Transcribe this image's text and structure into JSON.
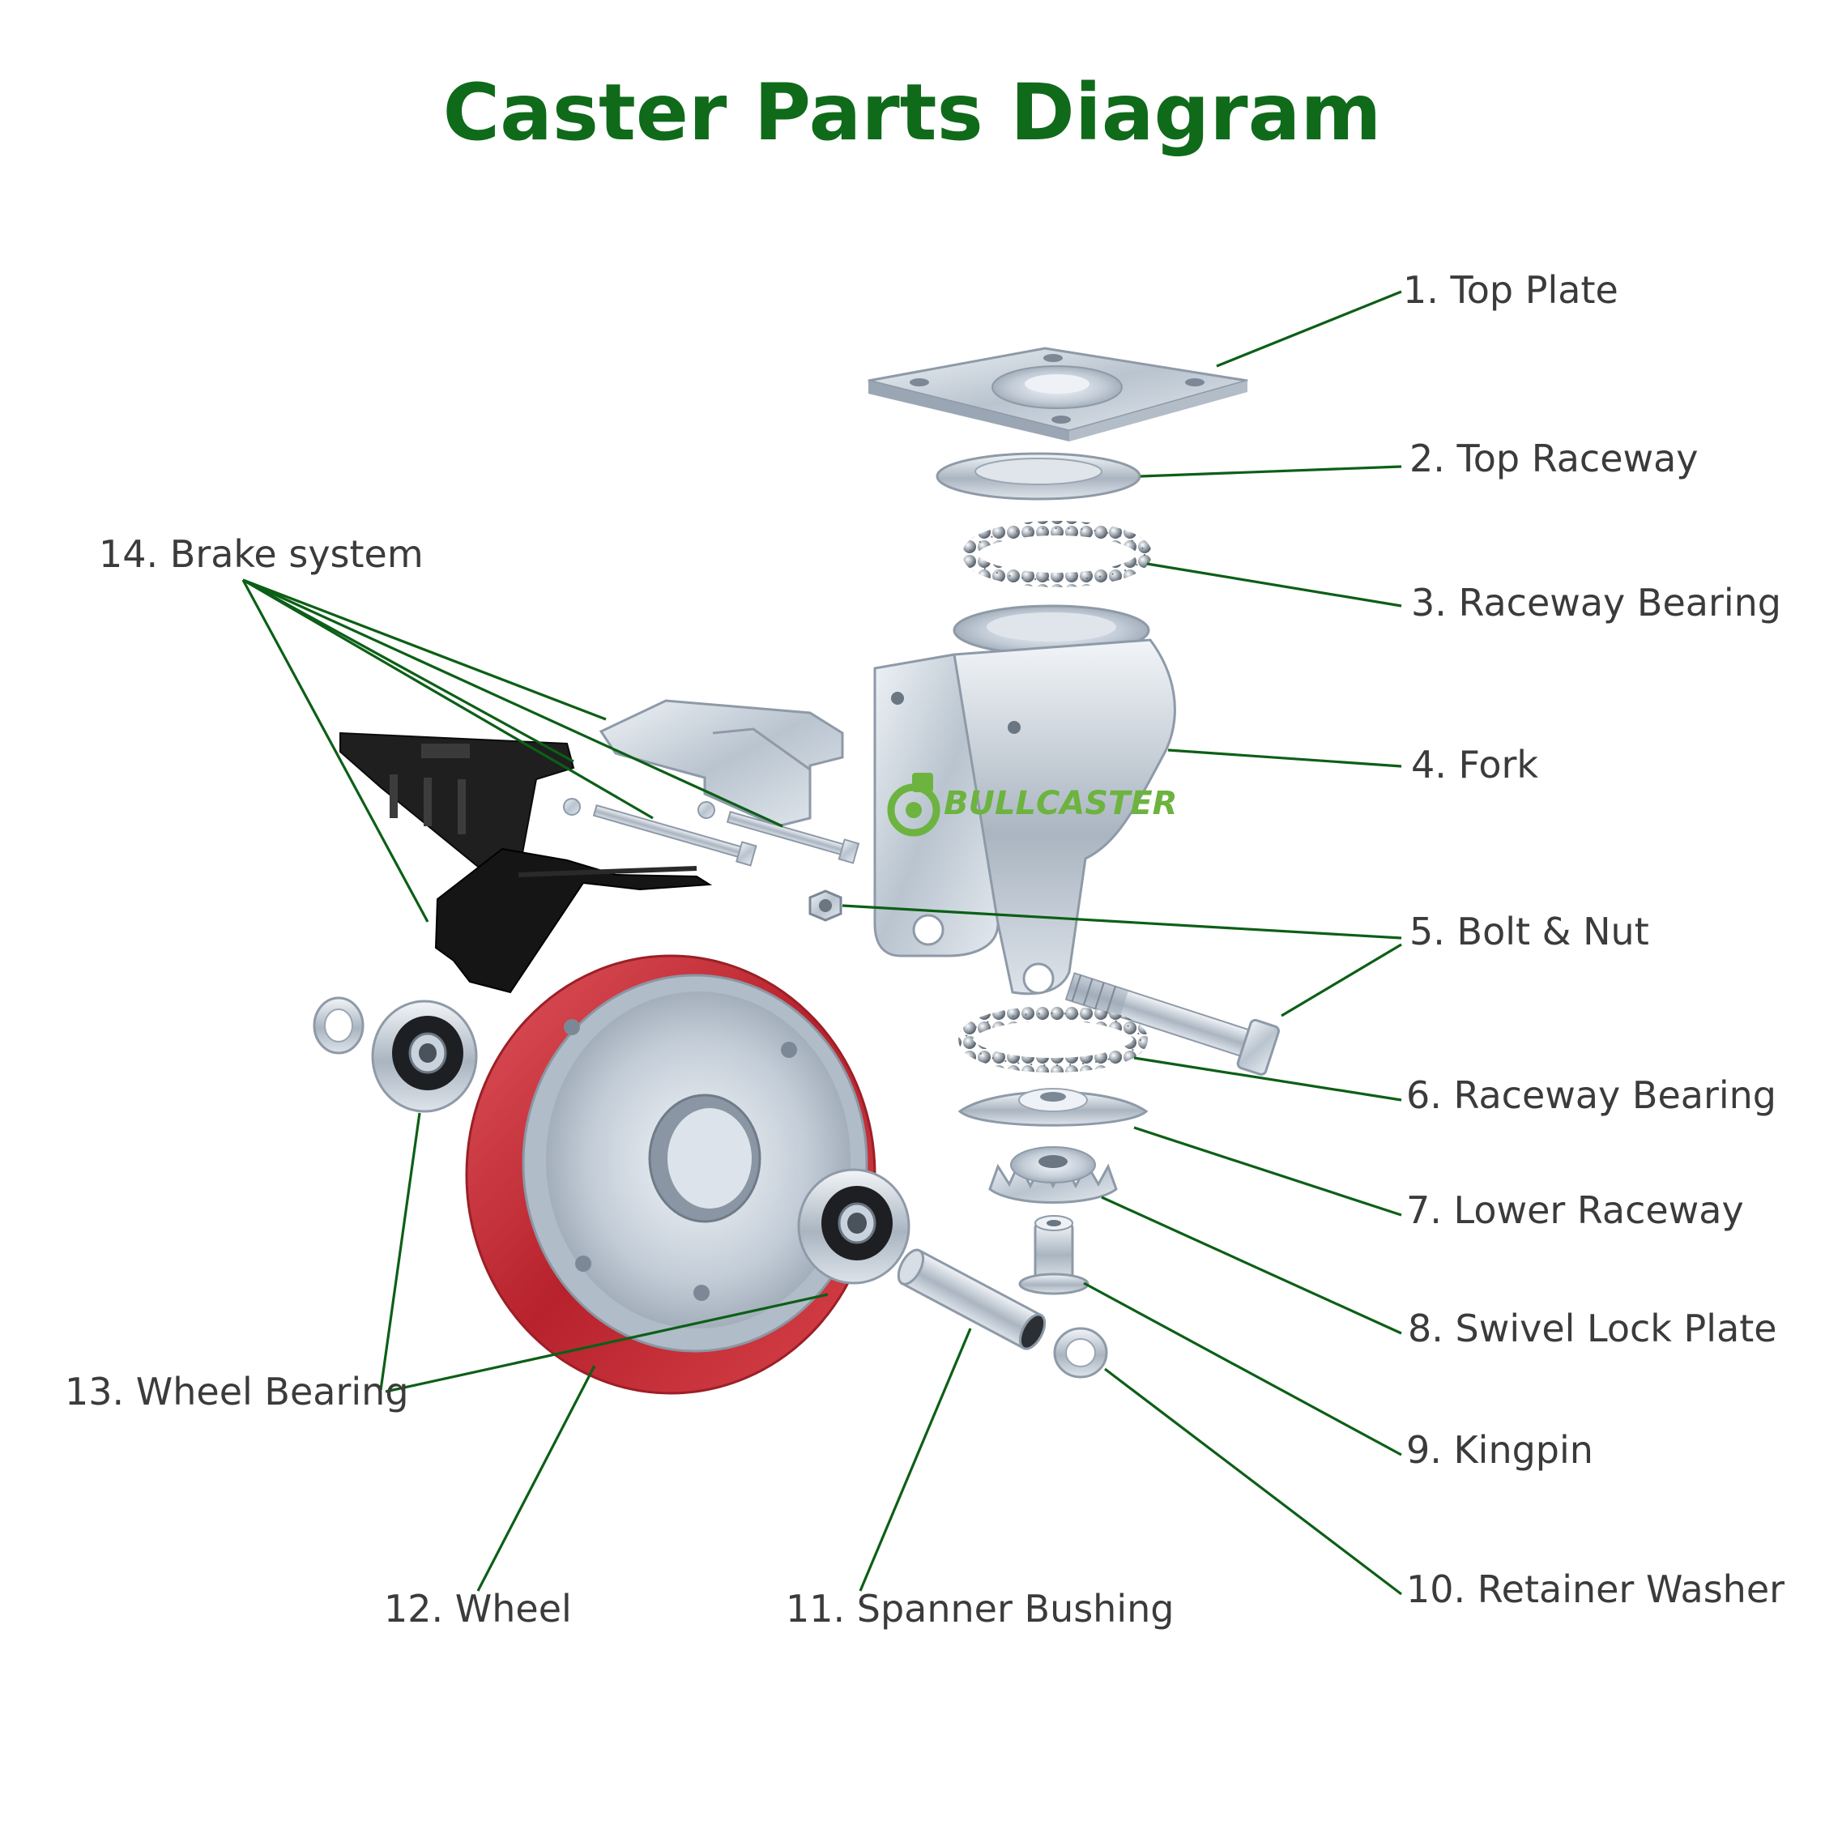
{
  "title": "Caster Parts Diagram",
  "brand": {
    "name": "BULLCASTER",
    "color": "#6db33f"
  },
  "colors": {
    "title": "#0f6a1a",
    "leader_lines": "#0c5f16",
    "label_text": "#3b3b3b",
    "wheel_tread": "#c8323a",
    "metal": "#c9d3de",
    "brake_plastic": "#1c1c1c"
  },
  "parts": [
    {
      "number": 1,
      "label": "1. Top Plate"
    },
    {
      "number": 2,
      "label": "2. Top Raceway"
    },
    {
      "number": 3,
      "label": "3. Raceway Bearing"
    },
    {
      "number": 4,
      "label": "4. Fork"
    },
    {
      "number": 5,
      "label": "5. Bolt & Nut"
    },
    {
      "number": 6,
      "label": "6. Raceway Bearing"
    },
    {
      "number": 7,
      "label": "7. Lower Raceway"
    },
    {
      "number": 8,
      "label": "8. Swivel Lock Plate"
    },
    {
      "number": 9,
      "label": "9. Kingpin"
    },
    {
      "number": 10,
      "label": "10. Retainer Washer"
    },
    {
      "number": 11,
      "label": "11. Spanner Bushing"
    },
    {
      "number": 12,
      "label": "12. Wheel"
    },
    {
      "number": 13,
      "label": "13. Wheel Bearing"
    },
    {
      "number": 14,
      "label": "14. Brake system"
    }
  ]
}
